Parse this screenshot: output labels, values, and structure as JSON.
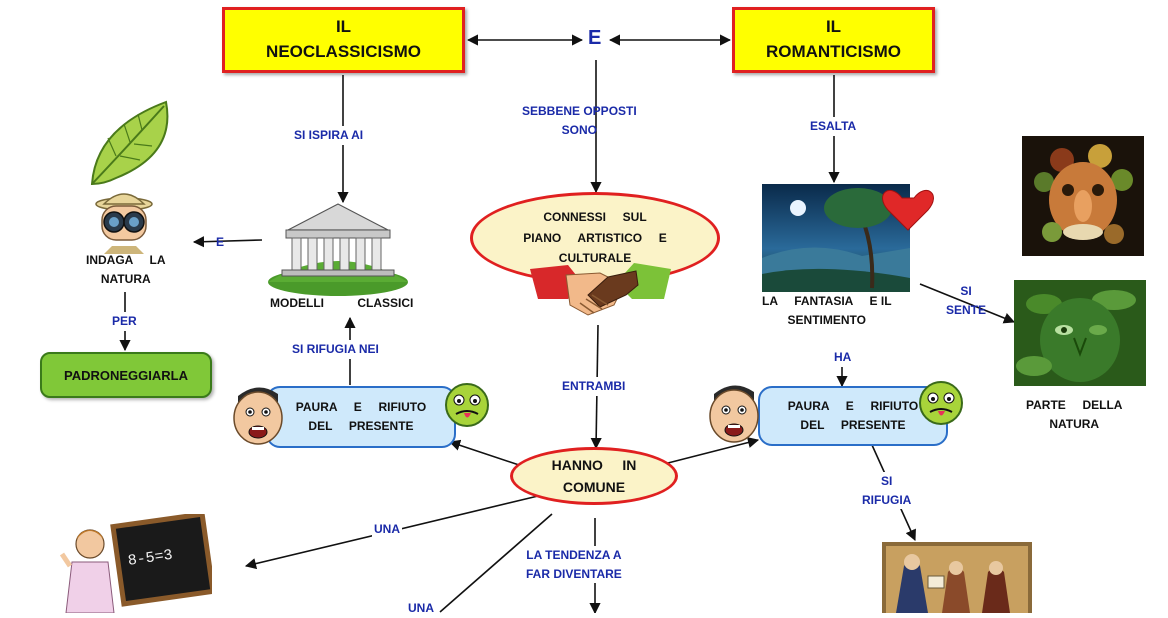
{
  "nodes": {
    "neoclassicismo": {
      "line1": "IL",
      "line2": "NEOCLASSICISMO"
    },
    "romanticismo": {
      "line1": "IL",
      "line2": "ROMANTICISMO"
    },
    "center_e": "E",
    "connessi": {
      "line1": "CONNESSI     SUL",
      "line2": "PIANO     ARTISTICO     E",
      "line3": "CULTURALE"
    },
    "hanno_in_comune": {
      "line1": "HANNO     IN",
      "line2": "COMUNE"
    },
    "modelli_classici": "MODELLI          CLASSICI",
    "indaga": {
      "line1": "INDAGA     LA",
      "line2": "NATURA"
    },
    "padroneggiarla": "PADRONEGGIARLA",
    "paura_left": {
      "line1": "PAURA     E     RIFIUTO",
      "line2": "DEL     PRESENTE"
    },
    "paura_right": {
      "line1": "PAURA     E     RIFIUTO",
      "line2": "DEL     PRESENTE"
    },
    "fantasia": {
      "line1": "LA     FANTASIA     E IL",
      "line2": "SENTIMENTO"
    },
    "parte_natura": {
      "line1": "PARTE     DELLA",
      "line2": "NATURA"
    }
  },
  "labels": {
    "sebbene": {
      "line1": "SEBBENE      OPPOSTI",
      "line2": "SONO"
    },
    "si_ispira": "SI     ISPIRA     AI",
    "esalta": "ESALTA",
    "e_small": "E",
    "per": "PER",
    "si_rifugia_nei": "SI     RIFUGIA     NEI",
    "entrambi": "ENTRAMBI",
    "ha": "HA",
    "si_sente": {
      "line1": "SI",
      "line2": "SENTE"
    },
    "si_rifugia": {
      "line1": "SI",
      "line2": "RIFUGIA"
    },
    "una_1": "UNA",
    "una_2": "UNA",
    "tendenza": {
      "line1": "LA     TENDENZA     A",
      "line2": "FAR     DIVENTARE"
    }
  },
  "chalkboard_text": "8-5=3",
  "colors": {
    "title_fill": "#ffff00",
    "title_border": "#e02020",
    "link_text": "#1a2aa8",
    "oval_fill": "#fbf3c8",
    "pill_fill": "#cfe9fb",
    "green_box": "#80c838"
  }
}
